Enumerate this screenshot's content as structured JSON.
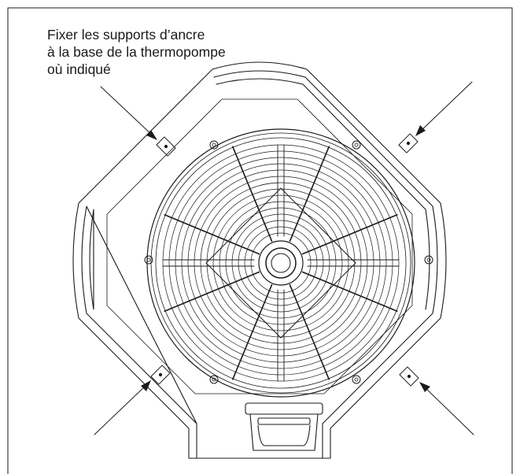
{
  "instruction": {
    "line1": "Fixer les supports d’ancre",
    "line2": "à la base de la thermopompe",
    "line3": "où indiqué"
  },
  "colors": {
    "line": "#1a1a1a",
    "background": "#ffffff"
  },
  "icons": [
    "arrow-icon",
    "anchor-bracket-icon",
    "fan-guard-icon"
  ]
}
